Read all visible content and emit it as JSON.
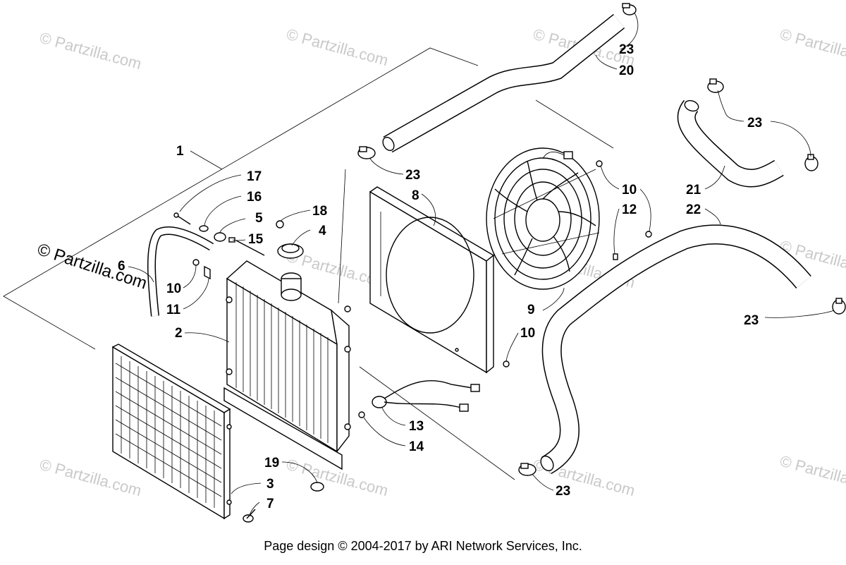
{
  "footer": "Page design © 2004-2017 by ARI Network Services, Inc.",
  "watermark": "© Partzilla.com",
  "callouts": {
    "c1": "1",
    "c2": "2",
    "c3": "3",
    "c4": "4",
    "c5": "5",
    "c6": "6",
    "c7": "7",
    "c8": "8",
    "c9": "9",
    "c10a": "10",
    "c10b": "10",
    "c10c": "10",
    "c11": "11",
    "c12": "12",
    "c13": "13",
    "c14": "14",
    "c15": "15",
    "c16": "16",
    "c17": "17",
    "c18": "18",
    "c19": "19",
    "c20": "20",
    "c21": "21",
    "c22": "22",
    "c23a": "23",
    "c23b": "23",
    "c23c": "23",
    "c23d": "23",
    "c23e": "23"
  }
}
